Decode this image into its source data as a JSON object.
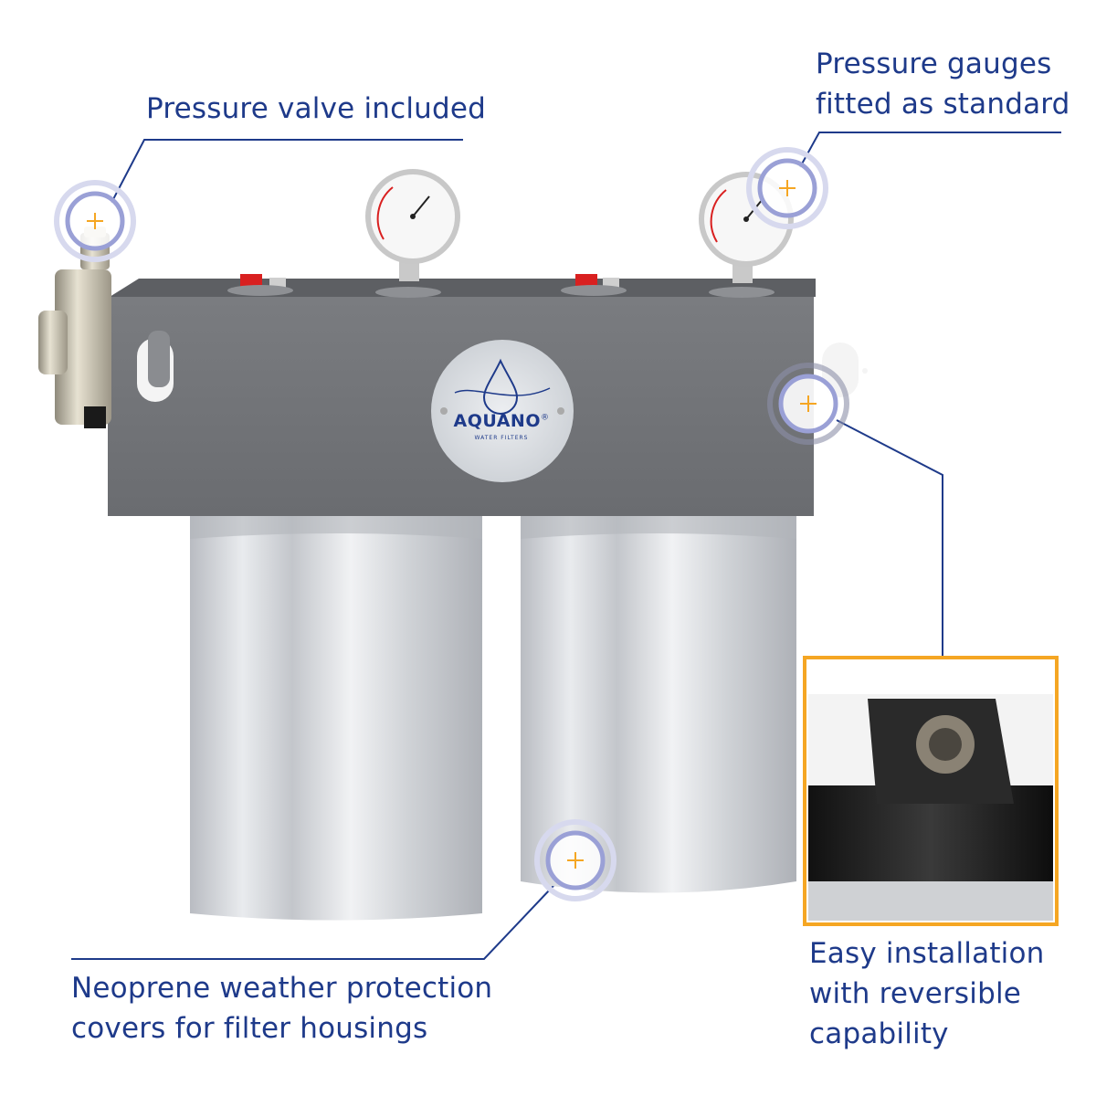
{
  "callouts": {
    "valve": {
      "lines": [
        "Pressure valve included"
      ]
    },
    "gauges": {
      "lines": [
        "Pressure gauges",
        "fitted as standard"
      ]
    },
    "neoprene": {
      "lines": [
        "Neoprene weather protection",
        "covers for filter housings"
      ]
    },
    "install": {
      "lines": [
        "Easy installation",
        "with reversible",
        "capability"
      ]
    }
  },
  "brand": {
    "name": "AQUANO",
    "tagline": "WATER FILTERS",
    "mark": "®"
  },
  "colors": {
    "accent": "#1e3a8a",
    "hotspot": "#f5a623",
    "ring": "#9aa0d6",
    "inset_border": "#f5a623"
  },
  "hotspots": [
    {
      "name": "valve-hotspot",
      "icon": "plus-icon"
    },
    {
      "name": "gauge-hotspot",
      "icon": "plus-icon"
    },
    {
      "name": "mount-hotspot",
      "icon": "plus-icon"
    },
    {
      "name": "cover-hotspot",
      "icon": "plus-icon"
    }
  ]
}
